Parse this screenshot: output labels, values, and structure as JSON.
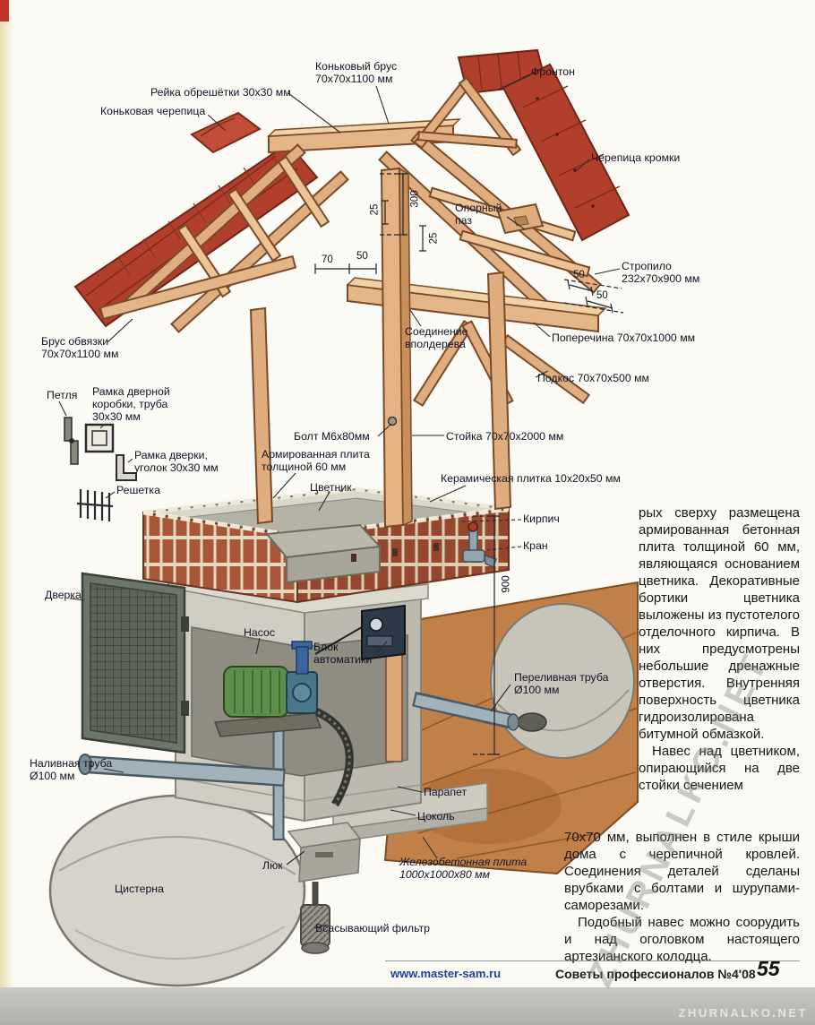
{
  "page": {
    "footer": {
      "site": "www.master-sam.ru",
      "issue": "Советы профессионалов №4'08",
      "page_number": "55"
    },
    "watermark": {
      "diagonal": "ZHURNALKO.NET",
      "corner": "ZHURNALKO.NET"
    }
  },
  "article": {
    "narrow": [
      "рых сверху размещена армированная бетонная плита толщиной 60 мм, являющаяся основанием цветника. Декоративные бортики цветника выложены из пустотелого отделочного кирпича. В них предусмотрены небольшие дренажные отверстия. Внутренняя поверхность цветника гидроизолирована битумной обмазкой.",
      "Навес над цветником, опирающийся на две стойки сечением"
    ],
    "wide": [
      "70х70 мм, выполнен в стиле крыши дома с черепичной кровлей. Соединения деталей сделаны врубками с болтами и шурупами-саморезами.",
      "Подобный навес можно соорудить и над оголовком настоящего артезианского колодца."
    ]
  },
  "diagram": {
    "labels": [
      {
        "id": "reika-obreshetki",
        "text": "Рейка обрешётки 30х30 мм"
      },
      {
        "id": "konkovy-brus",
        "text": "Коньковый брус\n70х70х1100 мм"
      },
      {
        "id": "fronton",
        "text": "Фронтон"
      },
      {
        "id": "konkovaya-cherepitsa",
        "text": "Коньковая черепица"
      },
      {
        "id": "cherepitsa-kromki",
        "text": "Черепица кромки"
      },
      {
        "id": "oporny-paz",
        "text": "Опорный\nпаз"
      },
      {
        "id": "stropilo",
        "text": "Стропило\n232х70х900 мм"
      },
      {
        "id": "soedinenie-vpoldereva",
        "text": "Соединение\nвполдерева"
      },
      {
        "id": "poperechina",
        "text": "Поперечина 70х70х1000 мм"
      },
      {
        "id": "podkos",
        "text": "Подкос 70х70х500 мм"
      },
      {
        "id": "stoika",
        "text": "Стойка 70х70х2000 мм"
      },
      {
        "id": "brus-obvyazki",
        "text": "Брус обвязки\n70х70х1100 мм"
      },
      {
        "id": "bolt",
        "text": "Болт М6х80мм"
      },
      {
        "id": "armirovannaya-plita",
        "text": "Армированная плита\nтолщиной 60 мм"
      },
      {
        "id": "tsvetnik",
        "text": "Цветник"
      },
      {
        "id": "keramicheskaya-plitka",
        "text": "Керамическая плитка 10х20х50 мм"
      },
      {
        "id": "kirpich",
        "text": "Кирпич"
      },
      {
        "id": "kran",
        "text": "Кран"
      },
      {
        "id": "petlya",
        "text": "Петля"
      },
      {
        "id": "ramka-dvernoy-korobki",
        "text": "Рамка дверной\nкоробки, труба\n30х30 мм"
      },
      {
        "id": "ramka-dverki",
        "text": "Рамка дверки,\nуголок 30х30 мм"
      },
      {
        "id": "reshetka",
        "text": "Решетка"
      },
      {
        "id": "dverka",
        "text": "Дверка"
      },
      {
        "id": "nasos",
        "text": "Насос"
      },
      {
        "id": "blok-avtomatiki",
        "text": "Блок\nавтоматики"
      },
      {
        "id": "perelivnaya-truba",
        "text": "Переливная труба\nØ100 мм"
      },
      {
        "id": "nalivnaya-truba",
        "text": "Наливная труба\nØ100 мм"
      },
      {
        "id": "parapet",
        "text": "Парапет"
      },
      {
        "id": "tsokol",
        "text": "Цоколь"
      },
      {
        "id": "lyuk",
        "text": "Люк"
      },
      {
        "id": "tsisterna",
        "text": "Цистерна"
      },
      {
        "id": "zhelezobetonnaya-plita",
        "text": "Железобетонная плита\n1000х1000х80 мм"
      },
      {
        "id": "vsasyvayushchiy-filtr",
        "text": "Всасывающий фильтр"
      }
    ],
    "dims": [
      "25",
      "300",
      "70",
      "50",
      "25",
      "50",
      "50",
      "900"
    ]
  },
  "colors": {
    "roof_red": "#b23f2c",
    "wood_tan": "#e3b384",
    "brick": "#a8563a",
    "concrete": "#c9c6bc",
    "pump_green": "#5e8f4a",
    "footer_blue": "#1c3f9e"
  }
}
